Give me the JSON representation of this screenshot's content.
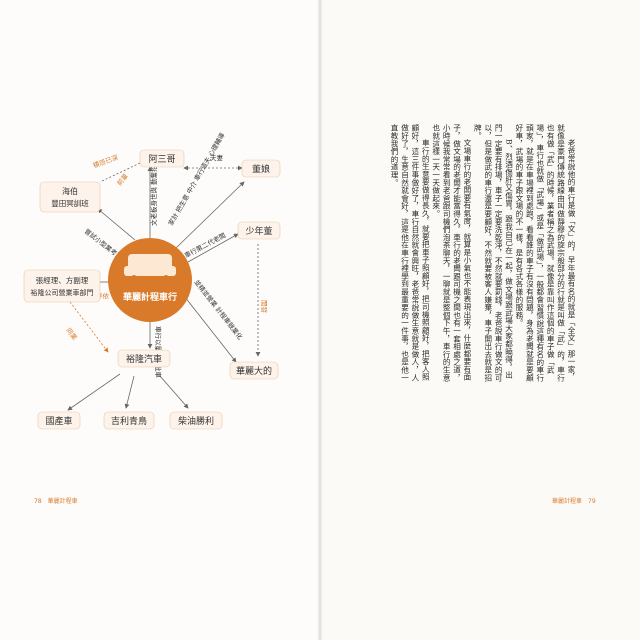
{
  "diagram": {
    "center": "華麗計程車行",
    "nodes": {
      "asan": "阿三哥",
      "dongniang": "董娘",
      "shaonian": "少年董",
      "huali": "華麗大的",
      "yulong": "裕隆汽車",
      "guochan": "國產車",
      "jili": "吉利青鳥",
      "chaiyou": "柴油勝利",
      "zhang_l1": "張經理、方副理",
      "zhang_l2": "裕隆公司營業車部門",
      "haibo_l1": "海伯",
      "haibo_l2": "豐田冥訓班"
    },
    "edges": {
      "fuqi": "夫妻",
      "yuanchou": "積怨已深",
      "qianbei": "前輩",
      "zhangjia": "嘗試小型業考頂替精神",
      "laochuan": "文老板身世與 勤奮招牌",
      "zhuanwai": "家計 把生意 中介 車行道夫 心理輔導",
      "chehang2": "車行第二代老闆",
      "jiafa": "並精並營業 計程車競業化",
      "cunlian": "存依",
      "chaoshi": "同業",
      "gongshi": "開發",
      "chezhu": "車行以量製一批車"
    }
  },
  "pages": {
    "left_number": "78　華麗計程車",
    "right_number": "華麗計程車　79"
  },
  "body": {
    "p1": "老爸常說他的車行是做「文」的，早年最有名的就是「全文」那一家，就像是豪門傳統路線由叫做靜穆的旋宗般部分的行就是叫做「武」的，車行也有做「武」的時候，業者稱之為武場。就像是靠叫作這個的車子做「武場」，車行也就做「武場」或是「做武場」，一般都會習慣說這種有名的車行頭家，就是在車場裡到處跑，看看誰的車子有沒有問題，身為老闆就是要顧好車，武場的車子跟文場的不一樣，是有各式各樣的服務。",
    "p2": "B、烈酒傷肝又傷胃，跟我自己在一起，做文場跟武場大家都曉得，出門一定要有排場，車子一定要洗乾淨，不然就要罰錢，老爸說車行做文的可以，但是做武的車行還是要顧好，不然就要被客人嫌棄，車子開出去就是招牌。",
    "p3": "文場車行的老闆要有氣度，就算是小氣也不能表現出來，什麼都要有面子，做文場的老闆才能當得久，車行的老闆跟司機之間也有一套相處之道，小時候我常常看到老爸跟司機們泡茶聊天，一聊就是整個下午，車行的生意也就這樣一天一天做起來。",
    "p4": "車行的生意要做得長久，就要把車子照顧好，把司機照顧好，把客人照顧好，這三件事做好了，車行自然就會興旺，老爸常說做生意就是做人，人做好了，生意自然就會好，這是他在車行裡學到最重要的一件事，也是他一直教我們的道理。"
  }
}
